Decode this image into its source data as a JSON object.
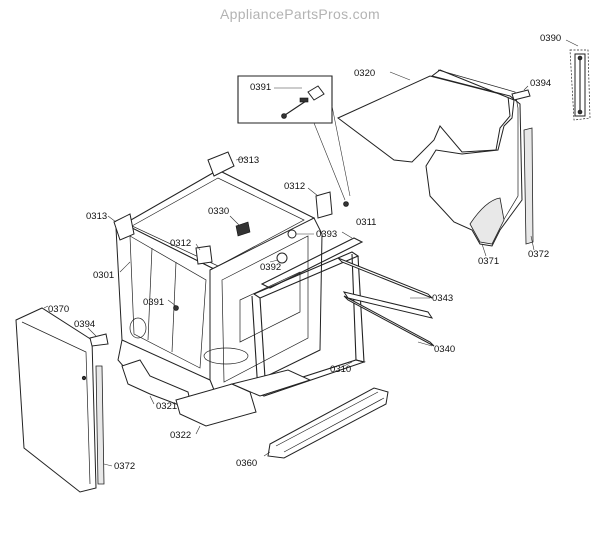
{
  "watermark": "AppliancePartsPros.com",
  "callouts": [
    {
      "id": "0390",
      "text": "0390"
    },
    {
      "id": "0320",
      "text": "0320"
    },
    {
      "id": "0394a",
      "text": "0394"
    },
    {
      "id": "0391a",
      "text": "0391"
    },
    {
      "id": "0313a",
      "text": "0313"
    },
    {
      "id": "0312a",
      "text": "0312"
    },
    {
      "id": "0330",
      "text": "0330"
    },
    {
      "id": "0313b",
      "text": "0313"
    },
    {
      "id": "0312b",
      "text": "0312"
    },
    {
      "id": "0311",
      "text": "0311"
    },
    {
      "id": "0393",
      "text": "0393"
    },
    {
      "id": "0392",
      "text": "0392"
    },
    {
      "id": "0371",
      "text": "0371"
    },
    {
      "id": "0372a",
      "text": "0372"
    },
    {
      "id": "0301",
      "text": "0301"
    },
    {
      "id": "0391b",
      "text": "0391"
    },
    {
      "id": "0343",
      "text": "0343"
    },
    {
      "id": "0370",
      "text": "0370"
    },
    {
      "id": "0394b",
      "text": "0394"
    },
    {
      "id": "0340",
      "text": "0340"
    },
    {
      "id": "0310",
      "text": "0310"
    },
    {
      "id": "0321",
      "text": "0321"
    },
    {
      "id": "0322",
      "text": "0322"
    },
    {
      "id": "0360",
      "text": "0360"
    },
    {
      "id": "0372b",
      "text": "0372"
    }
  ]
}
